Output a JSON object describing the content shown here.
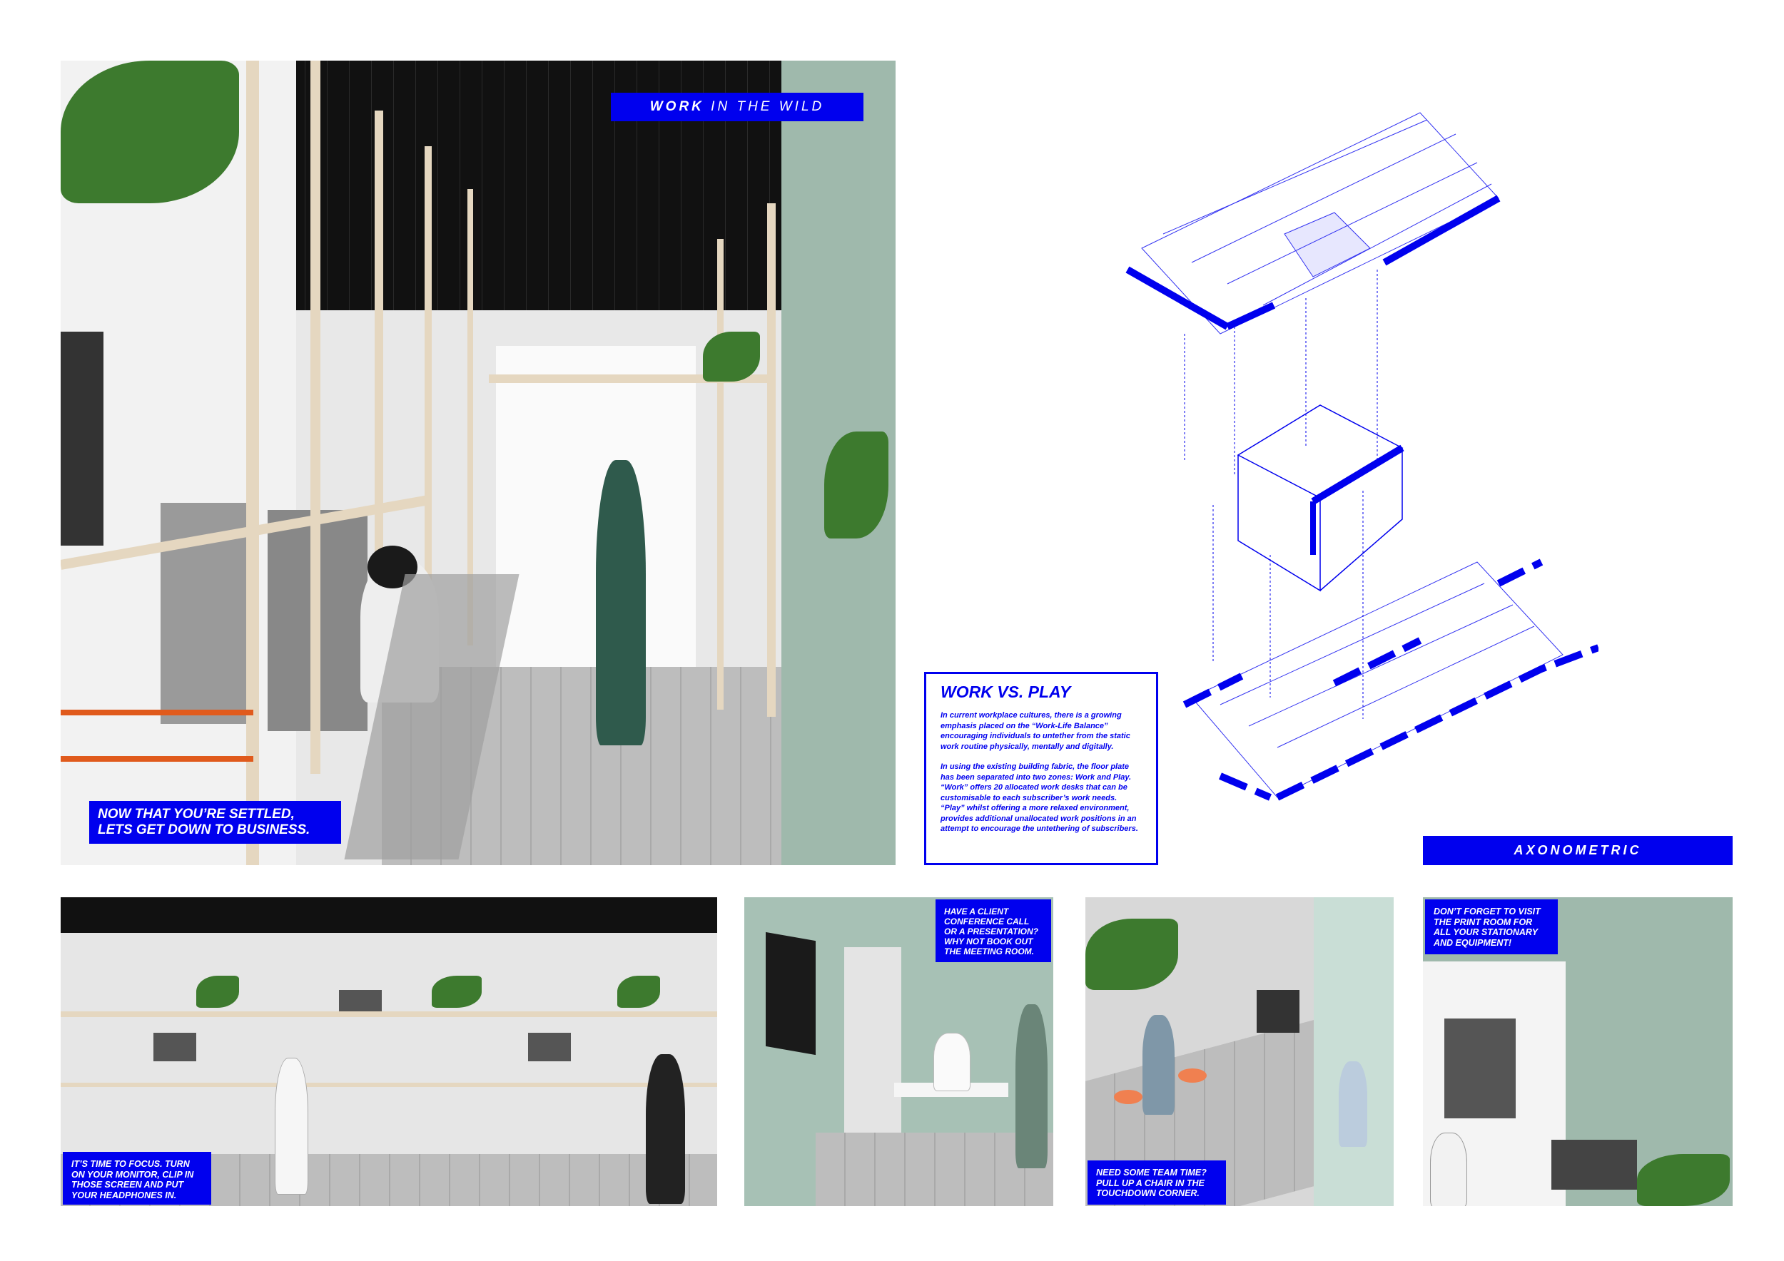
{
  "main_render": {
    "title_label": {
      "strong": "WORK",
      "rest": " IN THE WILD"
    },
    "caption_lines": [
      "NOW THAT YOU’RE SETTLED,",
      "LETS GET DOWN TO BUSINESS."
    ]
  },
  "intro": {
    "heading": "WORK VS. PLAY",
    "paragraphs": [
      "In current workplace cultures, there is a growing emphasis placed on the “Work-Life Balance” encouraging individuals to untether from the static work routine physically, mentally and digitally.",
      "In using the existing building fabric, the floor plate has been separated into two zones: Work and Play. “Work” offers 20 allocated work desks that can be customisable to each subscriber’s work needs. “Play” whilst offering a more relaxed environment, provides additional unallocated work positions in an attempt to encourage the untethering of subscribers."
    ]
  },
  "axonometric": {
    "label": "AXONOMETRIC"
  },
  "vignettes": [
    {
      "caption": "IT’S TIME TO FOCUS. TURN ON YOUR MONITOR, CLIP IN THOSE SCREEN AND PUT YOUR HEADPHONES IN."
    },
    {
      "caption": "HAVE A CLIENT CONFERENCE CALL OR A PRESENTATION? WHY NOT BOOK OUT THE MEETING ROOM."
    },
    {
      "caption": "NEED SOME TEAM TIME? PULL UP A CHAIR IN THE TOUCHDOWN CORNER."
    },
    {
      "caption": "DON’T FORGET TO VISIT THE PRINT ROOM FOR ALL YOUR STATIONARY AND EQUIPMENT!"
    }
  ],
  "colors": {
    "accent": "#0000ee",
    "mint": "#9fb9ac",
    "orange": "#e05a1c"
  }
}
